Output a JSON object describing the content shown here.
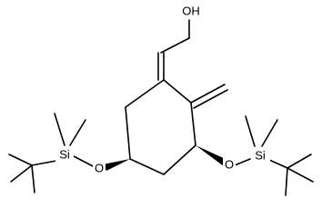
{
  "molecule": {
    "atom_labels": {
      "hydroxyl": "OH",
      "ether_o_left": "O",
      "ether_o_right": "O",
      "silicon_left": "Si",
      "silicon_right": "Si"
    },
    "colors": {
      "bond": "#000000",
      "label": "#000000",
      "background": "#ffffff"
    }
  }
}
